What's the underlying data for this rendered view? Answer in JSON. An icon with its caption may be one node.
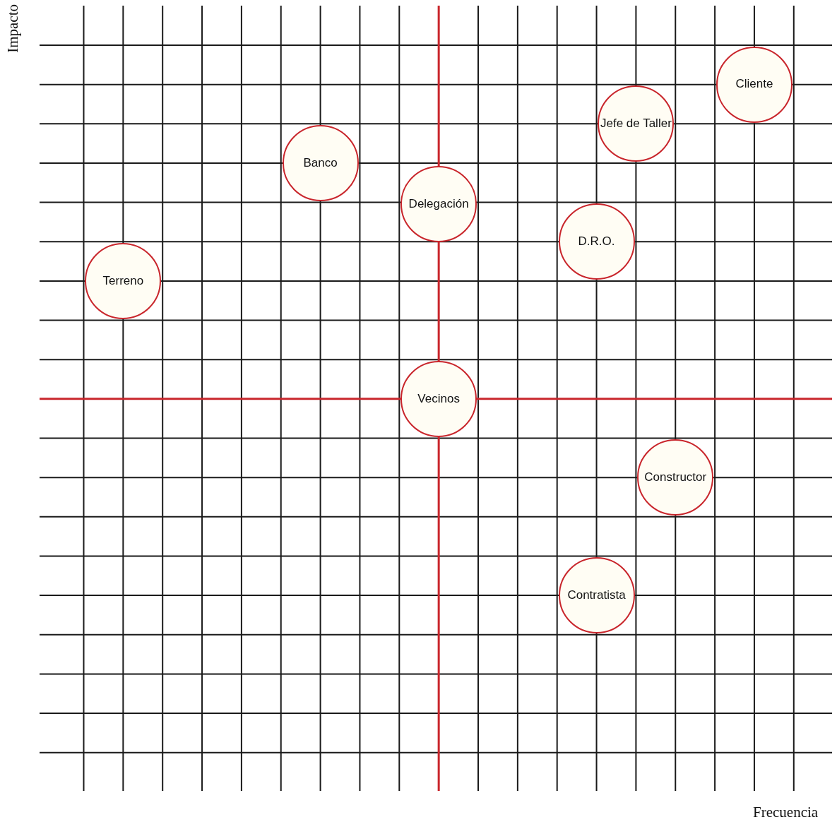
{
  "diagram": {
    "nodes": [
      {
        "text": [
          "Cliente"
        ]
      },
      {
        "text": [
          "Jefe de Taller"
        ]
      },
      {
        "text": [
          "Banco"
        ]
      },
      {
        "text": [
          "Delegación"
        ]
      },
      {
        "text": [
          "D.R.O."
        ]
      },
      {
        "text": [
          "Terreno"
        ]
      },
      {
        "text": [
          "Vecinos"
        ]
      },
      {
        "text": [
          "Constructor"
        ]
      },
      {
        "text": [
          "Contratista"
        ]
      }
    ],
    "labels": [
      "Impacto",
      "Frecuencia"
    ]
  }
}
